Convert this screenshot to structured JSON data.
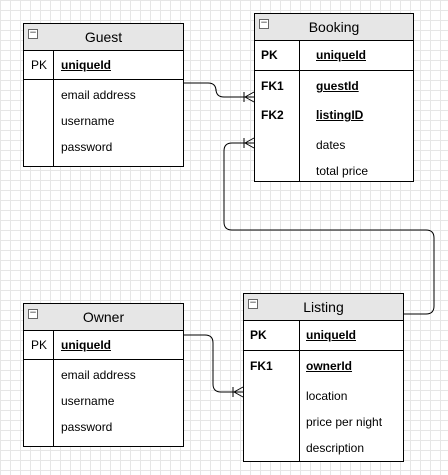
{
  "diagram": {
    "entities": {
      "guest": {
        "title": "Guest",
        "collapse_glyph": "−",
        "key_rows": [
          {
            "key": "PK",
            "name": "uniqueId"
          }
        ],
        "attributes": [
          "email address",
          "username",
          "password"
        ]
      },
      "booking": {
        "title": "Booking",
        "collapse_glyph": "−",
        "key_rows": [
          {
            "key": "PK",
            "name": "uniqueId"
          }
        ],
        "fk_rows": [
          {
            "key": "FK1",
            "name": "guestId"
          },
          {
            "key": "FK2",
            "name": "listingID"
          }
        ],
        "attributes": [
          "dates",
          "total price"
        ]
      },
      "owner": {
        "title": "Owner",
        "collapse_glyph": "−",
        "key_rows": [
          {
            "key": "PK",
            "name": "uniqueId"
          }
        ],
        "attributes": [
          "email address",
          "username",
          "password"
        ]
      },
      "listing": {
        "title": "Listing",
        "collapse_glyph": "−",
        "key_rows": [
          {
            "key": "PK",
            "name": "uniqueId"
          }
        ],
        "fk_rows": [
          {
            "key": "FK1",
            "name": "ownerId"
          }
        ],
        "attributes": [
          "location",
          "price per night",
          "description"
        ]
      }
    },
    "relationships": [
      {
        "from": "Guest.uniqueId",
        "to": "Booking.guestId",
        "cardinality": "one-to-many"
      },
      {
        "from": "Listing.uniqueId",
        "to": "Booking.listingID",
        "cardinality": "one-to-many"
      },
      {
        "from": "Owner.uniqueId",
        "to": "Listing.ownerId",
        "cardinality": "one-to-many"
      }
    ],
    "colors": {
      "header": "#e6e6e6",
      "grid": "#e6e6e6",
      "line": "#000000"
    }
  }
}
